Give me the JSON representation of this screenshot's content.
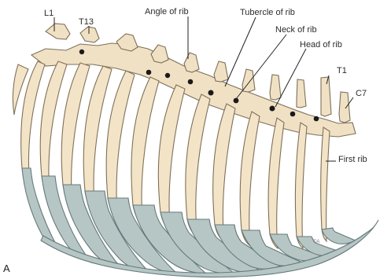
{
  "figure": {
    "panel_letter": "A",
    "artist_mark": "©A",
    "labels": {
      "l1": "L1",
      "t13": "T13",
      "angle_of_rib": "Angle of rib",
      "tubercle_of_rib": "Tubercle of rib",
      "neck_of_rib": "Neck of rib",
      "head_of_rib": "Head of rib",
      "t1": "T1",
      "c7": "C7",
      "first_rib": "First rib"
    },
    "colors": {
      "bone": "#f3e4c8",
      "cartilage": "#b5c6c5",
      "outline": "#7f7058",
      "joint": "#1a1a1a",
      "label": "#2b2b2b"
    }
  }
}
